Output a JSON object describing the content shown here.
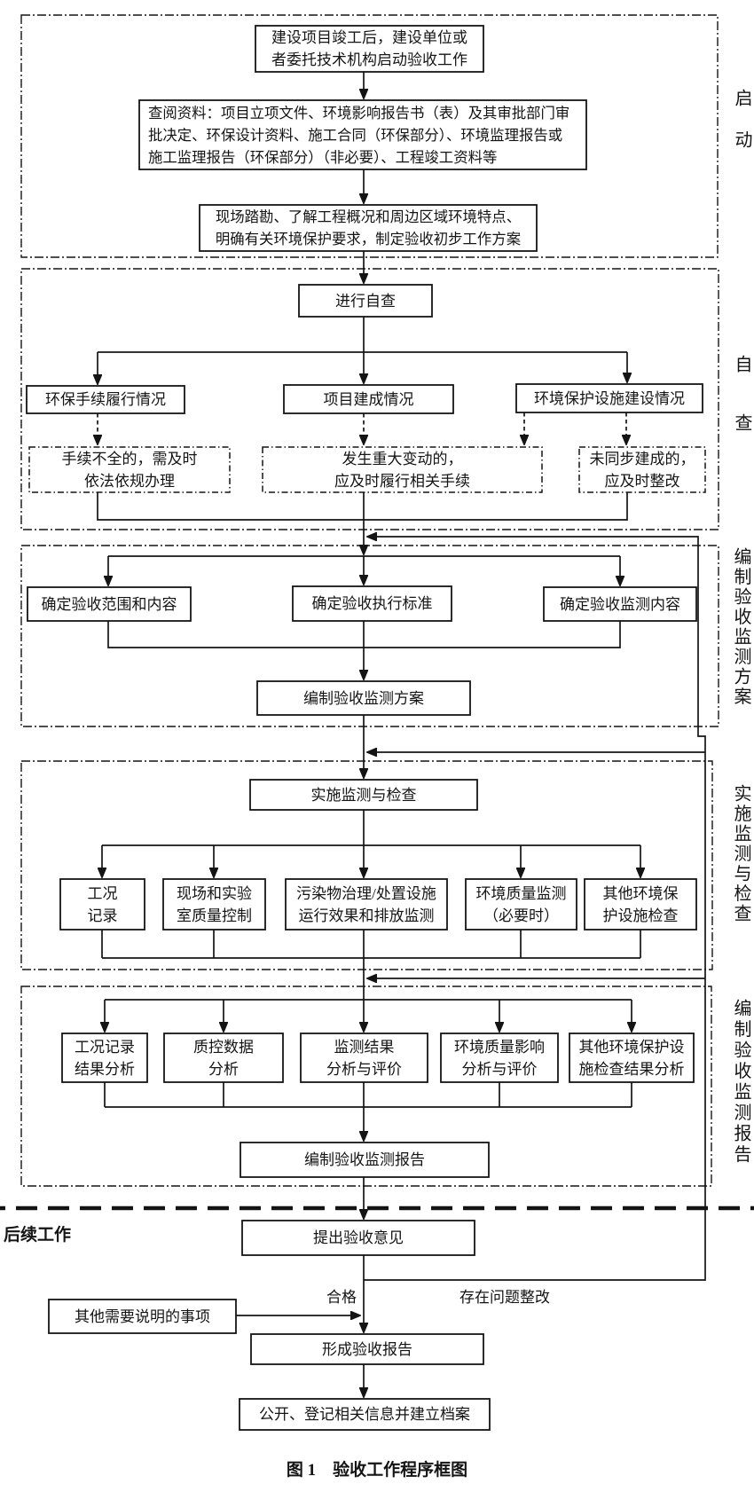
{
  "figure": {
    "caption": "图 1　验收工作程序框图"
  },
  "post_stage_label": "后续工作",
  "branch_labels": {
    "qualified": "合格",
    "rectify": "存在问题整改"
  },
  "colors": {
    "ink": "#141414",
    "background": "#ffffff"
  },
  "sections": {
    "s1": {
      "label": "启动"
    },
    "s2": {
      "label": "自查"
    },
    "s3": {
      "label": "编制验收监测方案"
    },
    "s4": {
      "label": "实施监测与检查"
    },
    "s5": {
      "label": "编制验收监测报告"
    }
  },
  "nodes": {
    "start": {
      "lines": [
        "建设项目竣工后，建设单位或",
        "者委托技术机构启动验收工作"
      ]
    },
    "review": {
      "lines": [
        "查阅资料：项目立项文件、环境影响报告书（表）及其审批部门审",
        "批决定、环保设计资料、施工合同（环保部分）、环境监理报告或",
        "施工监理报告（环保部分）（非必要）、工程竣工资料等"
      ]
    },
    "survey": {
      "lines": [
        "现场踏勘、了解工程概况和周边区域环境特点、",
        "明确有关环境保护要求，制定验收初步工作方案"
      ]
    },
    "self_check": {
      "lines": [
        "进行自查"
      ]
    },
    "proc_status": {
      "lines": [
        "环保手续履行情况"
      ]
    },
    "build_status": {
      "lines": [
        "项目建成情况"
      ]
    },
    "facility_status": {
      "lines": [
        "环境保护设施建设情况"
      ]
    },
    "proc_remedy": {
      "lines": [
        "手续不全的，需及时",
        "依法依规办理"
      ]
    },
    "change_remedy": {
      "lines": [
        "发生重大变动的，",
        "应及时履行相关手续"
      ]
    },
    "build_remedy": {
      "lines": [
        "未同步建成的，",
        "应及时整改"
      ]
    },
    "scope": {
      "lines": [
        "确定验收范围和内容"
      ]
    },
    "standard": {
      "lines": [
        "确定验收执行标准"
      ]
    },
    "content": {
      "lines": [
        "确定验收监测内容"
      ]
    },
    "plan": {
      "lines": [
        "编制验收监测方案"
      ]
    },
    "implement": {
      "lines": [
        "实施监测与检查"
      ]
    },
    "cond_record": {
      "lines": [
        "工况",
        "记录"
      ]
    },
    "qc_control": {
      "lines": [
        "现场和实验",
        "室质量控制"
      ]
    },
    "pollution": {
      "lines": [
        "污染物治理/处置设施",
        "运行效果和排放监测"
      ]
    },
    "env_quality": {
      "lines": [
        "环境质量监测",
        "（必要时）"
      ]
    },
    "other_facility": {
      "lines": [
        "其他环境保",
        "护设施检查"
      ]
    },
    "cond_analysis": {
      "lines": [
        "工况记录",
        "结果分析"
      ]
    },
    "qc_analysis": {
      "lines": [
        "质控数据",
        "分析"
      ]
    },
    "monitor_analysis": {
      "lines": [
        "监测结果",
        "分析与评价"
      ]
    },
    "env_analysis": {
      "lines": [
        "环境质量影响",
        "分析与评价"
      ]
    },
    "facility_analysis": {
      "lines": [
        "其他环境保护设",
        "施检查结果分析"
      ]
    },
    "report": {
      "lines": [
        "编制验收监测报告"
      ]
    },
    "opinion": {
      "lines": [
        "提出验收意见"
      ]
    },
    "other_items": {
      "lines": [
        "其他需要说明的事项"
      ]
    },
    "final_report": {
      "lines": [
        "形成验收报告"
      ]
    },
    "publish": {
      "lines": [
        "公开、登记相关信息并建立档案"
      ]
    }
  }
}
